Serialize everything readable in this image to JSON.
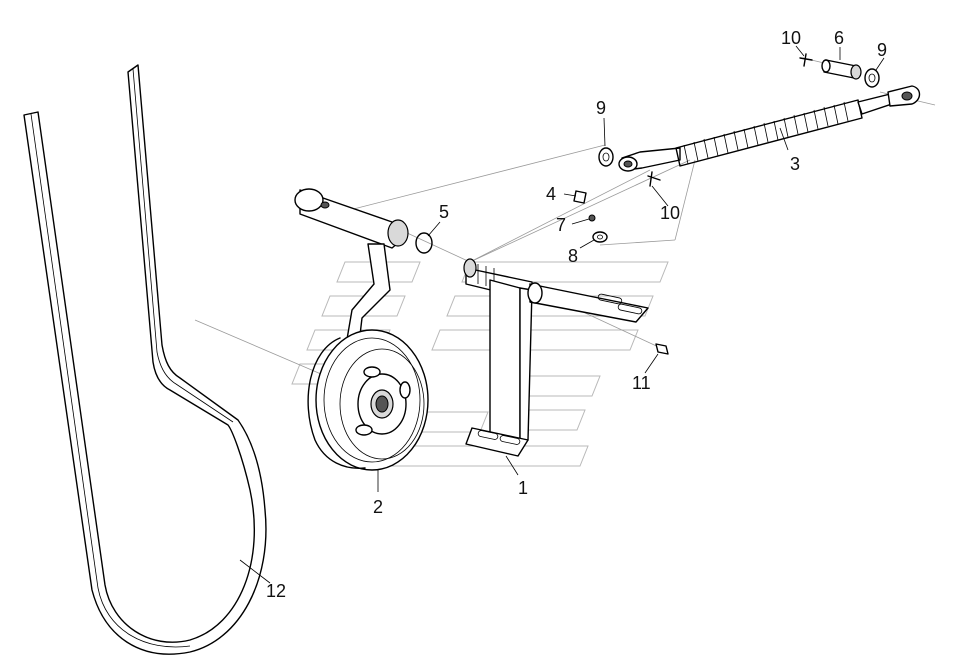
{
  "diagram": {
    "callouts": [
      "1",
      "2",
      "3",
      "4",
      "5",
      "6",
      "7",
      "8",
      "9",
      "9",
      "10",
      "10",
      "11",
      "12"
    ]
  },
  "watermark": {
    "name": "brand-watermark"
  }
}
